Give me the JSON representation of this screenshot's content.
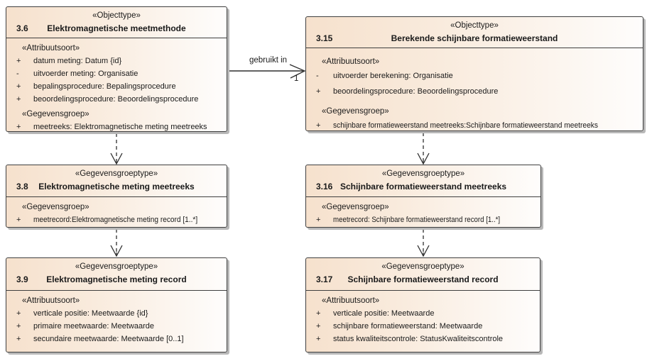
{
  "diagram": {
    "connector": {
      "label": "gebruikt in",
      "target_multiplicity": "1"
    },
    "colors": {
      "box_fill_left": "#f6e1cd",
      "box_fill_right": "#fefdfc",
      "box_border": "#3f3f3f",
      "line": "#2f2f2f",
      "shadow": "#b8b8b8"
    },
    "boxes": [
      {
        "id": "box-3-6",
        "stereotype": "«Objecttype»",
        "number": "3.6",
        "name": "Elektromagnetische meetmethode",
        "sections": [
          {
            "header": "«Attribuutsoort»",
            "items": [
              {
                "vis": "+",
                "text": "datum meting: Datum {id}"
              },
              {
                "vis": "-",
                "text": "uitvoerder meting: Organisatie"
              },
              {
                "vis": "+",
                "text": "bepalingsprocedure: Bepalingsprocedure"
              },
              {
                "vis": "+",
                "text": "beoordelingsprocedure: Beoordelingsprocedure"
              }
            ]
          },
          {
            "header": "«Gegevensgroep»",
            "items": [
              {
                "vis": "+",
                "text": "meetreeks: Elektromagnetische meting meetreeks"
              }
            ]
          }
        ]
      },
      {
        "id": "box-3-15",
        "stereotype": "«Objecttype»",
        "number": "3.15",
        "name": "Berekende schijnbare formatieweerstand",
        "sections": [
          {
            "header": "«Attribuutsoort»",
            "items": [
              {
                "vis": "-",
                "text": "uitvoerder berekening: Organisatie"
              },
              {
                "vis": "+",
                "text": "beoordelingsprocedure: Beoordelingsprocedure"
              }
            ]
          },
          {
            "header": "«Gegevensgroep»",
            "items": [
              {
                "vis": "+",
                "text": "schijnbare formatieweerstand meetreeks:Schijnbare formatieweerstand meetreeks"
              }
            ]
          }
        ]
      },
      {
        "id": "box-3-8",
        "stereotype": "«Gegevensgroeptype»",
        "number": "3.8",
        "name": "Elektromagnetische meting meetreeks",
        "sections": [
          {
            "header": "«Gegevensgroep»",
            "items": [
              {
                "vis": "+",
                "text": "meetrecord:Elektromagnetische meting record [1..*]"
              }
            ]
          }
        ]
      },
      {
        "id": "box-3-16",
        "stereotype": "«Gegevensgroeptype»",
        "number": "3.16",
        "name": "Schijnbare formatieweerstand meetreeks",
        "sections": [
          {
            "header": "«Gegevensgroep»",
            "items": [
              {
                "vis": "+",
                "text": "meetrecord: Schijnbare formatieweerstand record [1..*]"
              }
            ]
          }
        ]
      },
      {
        "id": "box-3-9",
        "stereotype": "«Gegevensgroeptype»",
        "number": "3.9",
        "name": "Elektromagnetische meting record",
        "sections": [
          {
            "header": "«Attribuutsoort»",
            "items": [
              {
                "vis": "+",
                "text": "verticale positie: Meetwaarde {id}"
              },
              {
                "vis": "+",
                "text": "primaire meetwaarde: Meetwaarde"
              },
              {
                "vis": "+",
                "text": "secundaire meetwaarde: Meetwaarde [0..1]"
              }
            ]
          }
        ]
      },
      {
        "id": "box-3-17",
        "stereotype": "«Gegevensgroeptype»",
        "number": "3.17",
        "name": "Schijnbare formatieweerstand record",
        "sections": [
          {
            "header": "«Attribuutsoort»",
            "items": [
              {
                "vis": "+",
                "text": "verticale positie: Meetwaarde"
              },
              {
                "vis": "+",
                "text": "schijnbare formatieweerstand: Meetwaarde"
              },
              {
                "vis": "+",
                "text": "status kwaliteitscontrole: StatusKwaliteitscontrole"
              }
            ]
          }
        ]
      }
    ]
  }
}
